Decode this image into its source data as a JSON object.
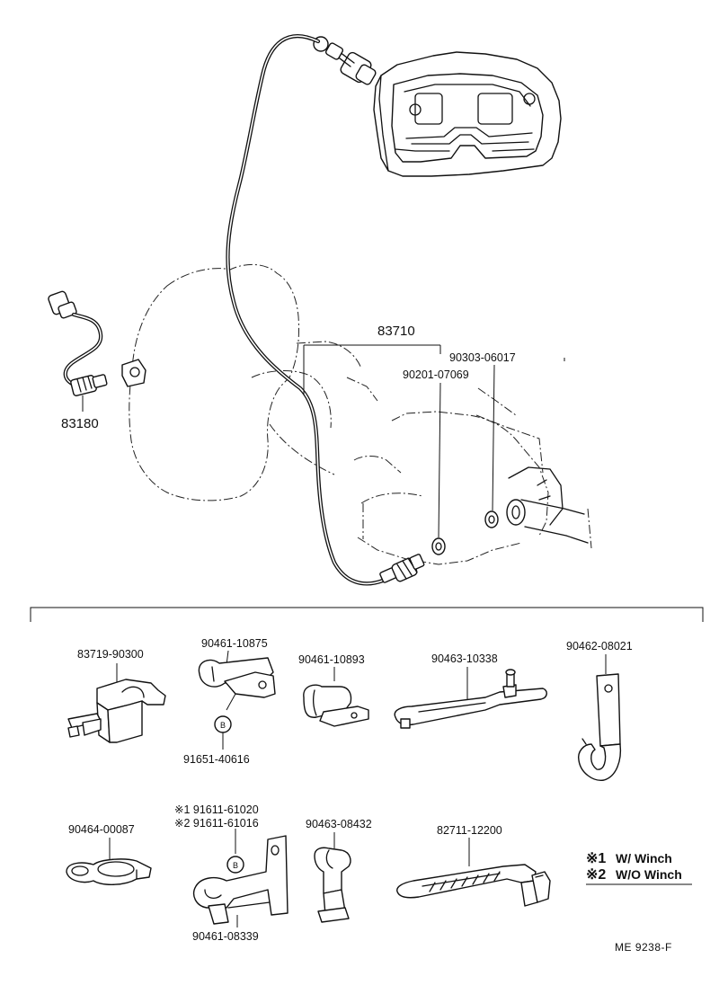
{
  "labels": {
    "cable_assy": "83710",
    "speed_sensor": "83180",
    "gasket": "90201-07069",
    "ring": "90303-06017",
    "clamp_bracket": "83719-90300",
    "clamp_a": "90461-10875",
    "bolt": "91651-40616",
    "clamp_b": "90461-10893",
    "clamp_plate": "90463-10338",
    "clamp_c": "90462-08021",
    "clamp_d": "90464-00087",
    "bolt_alt_1": "※1 91611-61020",
    "bolt_alt_2": "※2 91611-61016",
    "clamp_e": "90463-08432",
    "clamp_f": "82711-12200",
    "clamp_g": "90461-08339",
    "drawing_code": "ME  9238-F"
  },
  "legend": {
    "item1_mark": "※1",
    "item1_text": "W/ Winch",
    "item2_mark": "※2",
    "item2_text": "W/O Winch"
  },
  "bolt_marker": "B"
}
